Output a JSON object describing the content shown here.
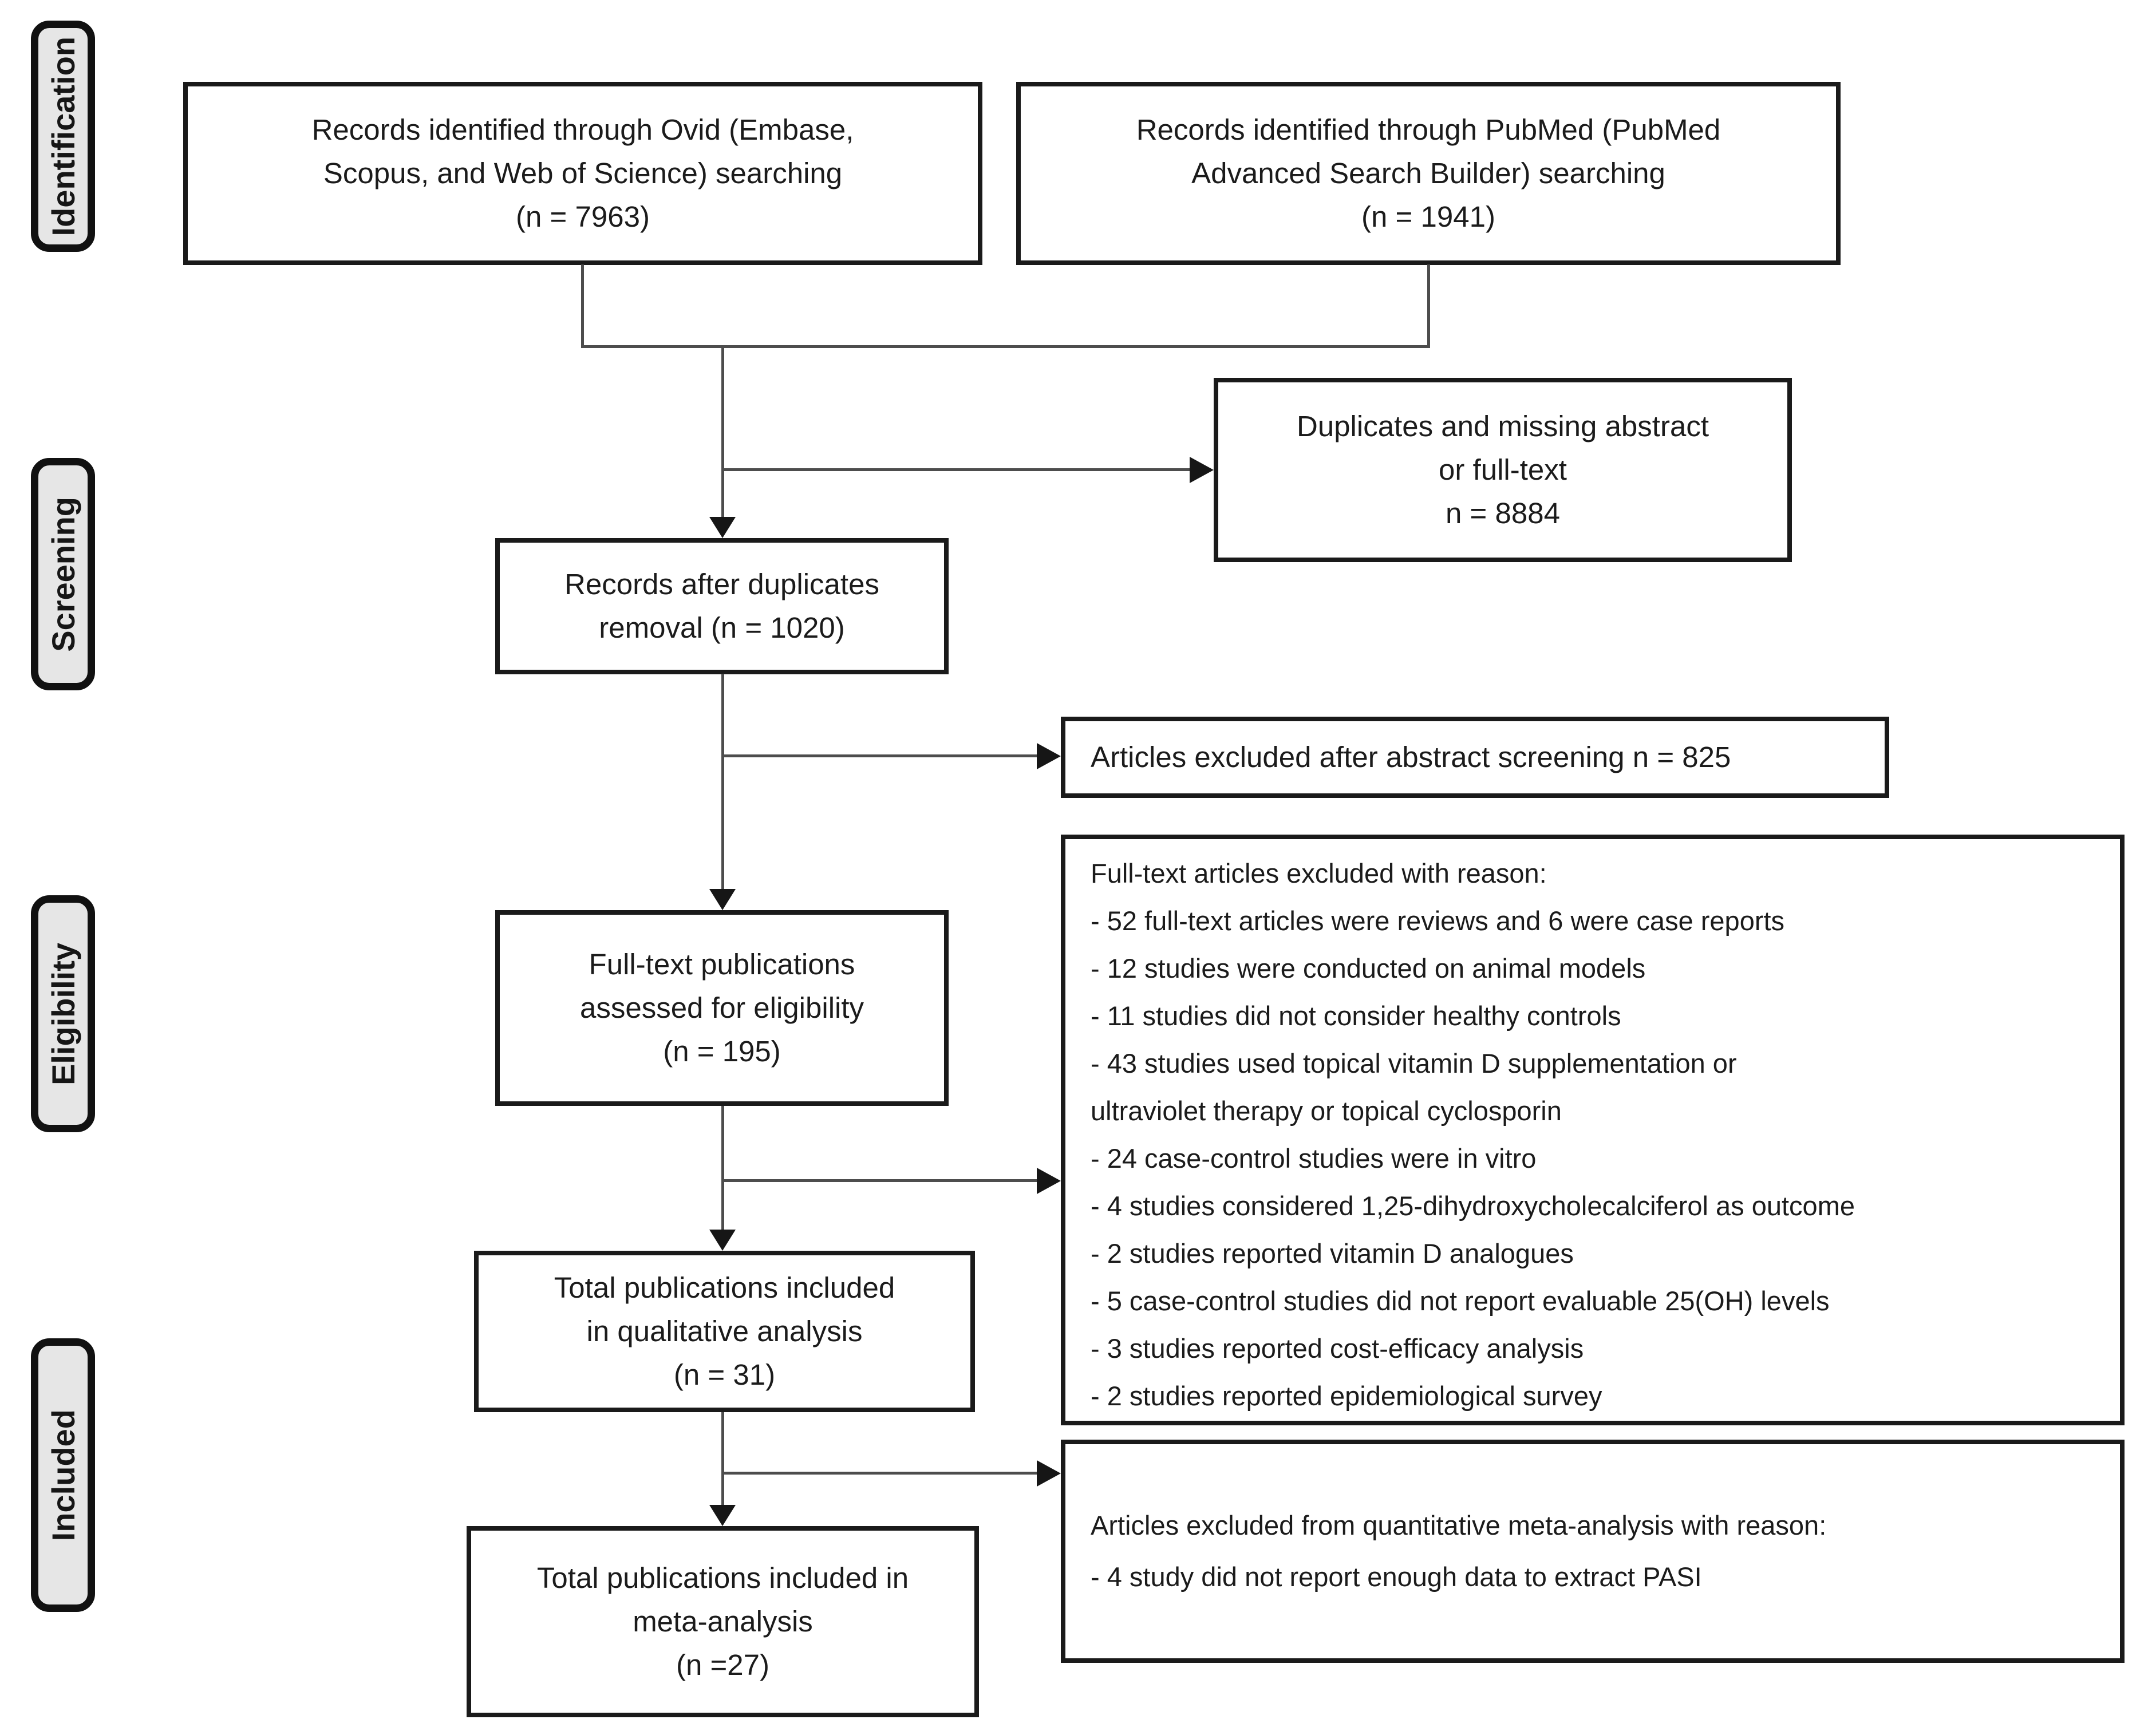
{
  "stages": {
    "identification": "Identification",
    "screening": "Screening",
    "eligibility": "Eligibility",
    "included": "Included"
  },
  "boxes": {
    "ovid": {
      "lines": [
        "Records identified through Ovid (Embase,",
        "Scopus, and Web of Science) searching",
        "(n = 7963)"
      ]
    },
    "pubmed": {
      "lines": [
        "Records identified through PubMed (PubMed",
        "Advanced Search Builder) searching",
        "(n = 1941)"
      ]
    },
    "duplicates": {
      "lines": [
        "Duplicates and missing abstract",
        "or full-text",
        "n = 8884"
      ]
    },
    "after_duplicates": {
      "lines": [
        "Records after duplicates",
        "removal (n = 1020)"
      ]
    },
    "abstract_excluded": {
      "lines": [
        "Articles excluded after abstract screening n = 825"
      ]
    },
    "fulltext_assessed": {
      "lines": [
        "Full-text publications",
        "assessed for eligibility",
        "(n = 195)"
      ]
    },
    "fulltext_excluded": {
      "lines": [
        "Full-text articles excluded with reason:",
        "- 52 full-text articles were reviews and 6 were case reports",
        "- 12 studies were conducted on animal models",
        "- 11 studies did not consider healthy controls",
        "- 43 studies used topical vitamin D supplementation or",
        "ultraviolet therapy or topical cyclosporin",
        "- 24 case-control studies were in vitro",
        "- 4 studies considered 1,25-dihydroxycholecalciferol as outcome",
        "- 2 studies reported vitamin D analogues",
        "- 5 case-control studies did not report evaluable 25(OH) levels",
        "- 3 studies reported cost-efficacy analysis",
        "- 2 studies reported epidemiological survey"
      ]
    },
    "qualitative": {
      "lines": [
        "Total publications included",
        "in qualitative analysis",
        "(n = 31)"
      ]
    },
    "meta_excluded": {
      "lines": [
        "Articles excluded from quantitative meta-analysis with reason:",
        "- 4 study did not report enough data to extract PASI"
      ]
    },
    "meta_analysis": {
      "lines": [
        "Total publications included in",
        "meta-analysis",
        "(n =27)"
      ]
    }
  },
  "colors": {
    "stage_fill": "#e6e6e6",
    "box_border": "#1a1a1a",
    "connector": "#4d4d4d",
    "text": "#1b1b1b",
    "background": "#ffffff"
  }
}
